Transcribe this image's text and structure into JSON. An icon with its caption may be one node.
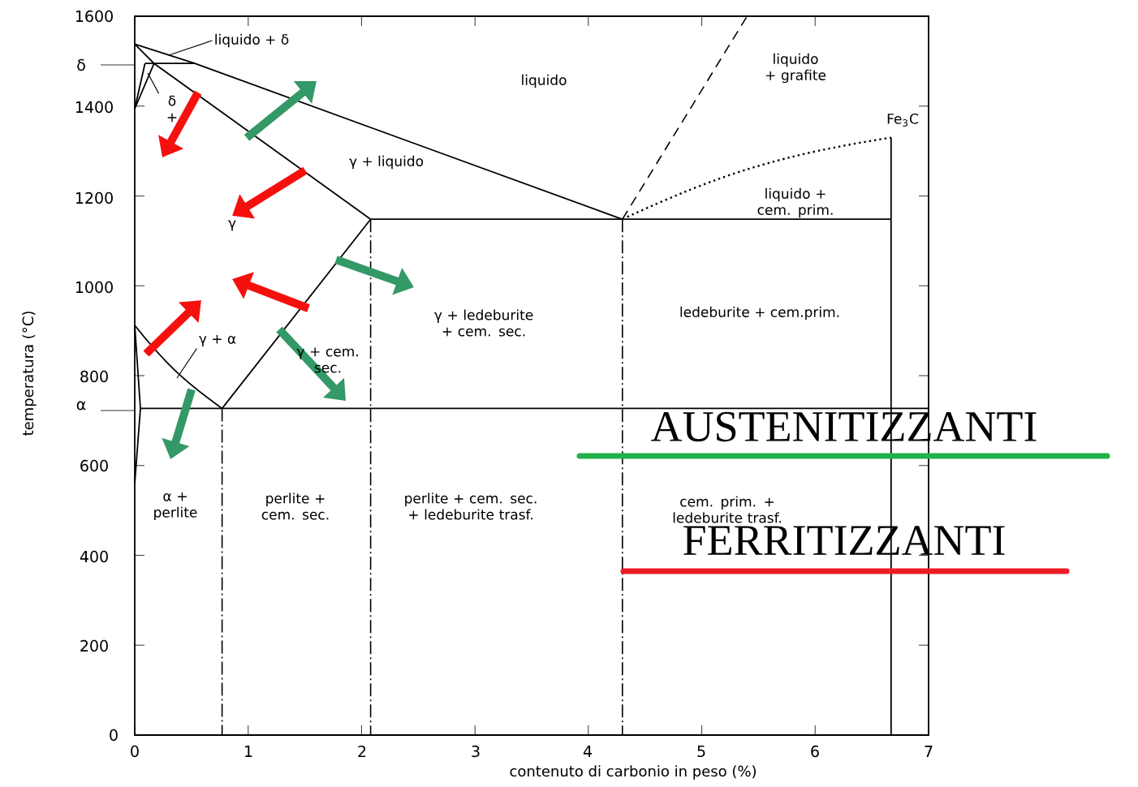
{
  "diagram": {
    "nodes": [
      {
        "text": [
          "liquido + δ"
        ]
      },
      {
        "text": [
          "δ +"
        ]
      },
      {
        "text": [
          "γ + α"
        ]
      }
    ],
    "edges": [
      {
        "from": 0,
        "to": null,
        "arrow": "none"
      },
      {
        "from": 1,
        "to": null,
        "arrow": "none"
      },
      {
        "from": 2,
        "to": null,
        "arrow": "none"
      }
    ],
    "labels": [
      "1600",
      "δ",
      "1400",
      "liquido",
      "liquido + grafite",
      "Fe$_{3}$C",
      "γ + liquido",
      "1200",
      "γ",
      "liquido + cem. prim.",
      "1000",
      "γ + ledeburite + cem. sec.",
      "ledeburite + cem.prim.",
      "γ + cem. sec.",
      "800",
      "α",
      "600",
      "α + perlite",
      "perlite + cem. sec.",
      "perlite + cem. sec. + ledeburite trasf.",
      "cem. prim. + ledeburite trasf.",
      "400",
      "200",
      "0",
      "0",
      "1",
      "2",
      "3",
      "4",
      "5",
      "6",
      "7",
      "temperatura (°C)",
      "contenuto di carbonio in peso (%)"
    ],
    "legend": [
      {
        "text": "AUSTENITIZZANTI",
        "color": "#22b04b"
      },
      {
        "text": "FERRITIZZANTI",
        "color": "#ee1c24"
      }
    ]
  }
}
